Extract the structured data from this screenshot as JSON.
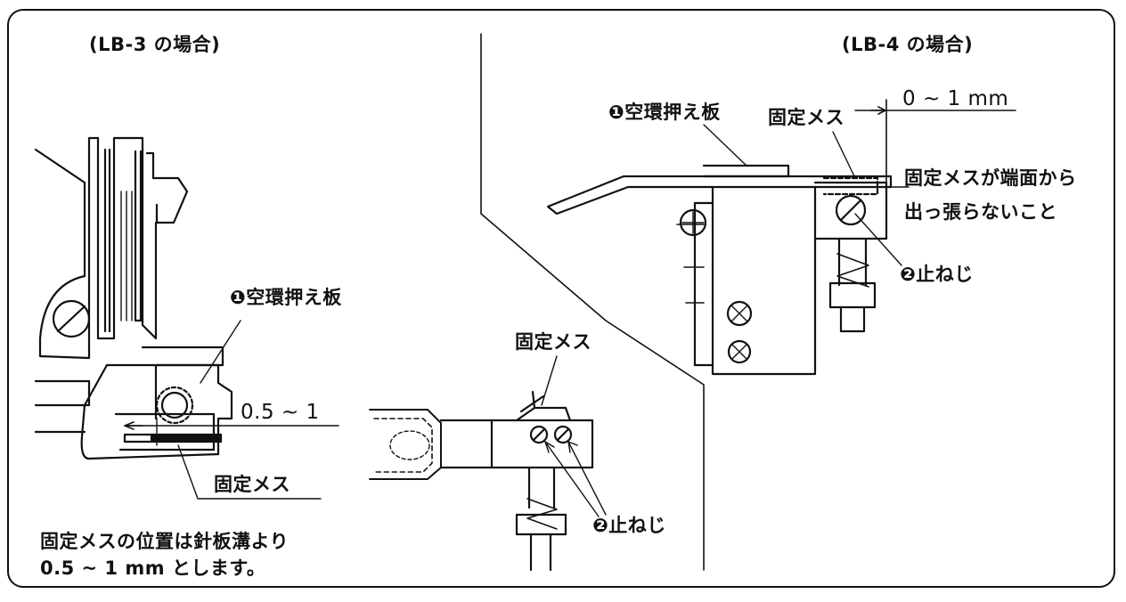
{
  "left_panel": {
    "caption": "(LB-3 の場合)",
    "plate_label": "❶空環押え板",
    "gap_label": "0.5 ~ 1",
    "knife_label": "固定メス",
    "note_line1": "固定メスの位置は針板溝より",
    "note_line2": "0.5 ~ 1 mm とします。"
  },
  "center_panel": {
    "knife_label": "固定メス",
    "screw_label": "❷止ねじ"
  },
  "right_panel": {
    "caption": "(LB-4 の場合)",
    "plate_label": "❶空環押え板",
    "knife_label": "固定メス",
    "gap_label": "0 ~ 1 mm",
    "warning_line1": "固定メスが端面から",
    "warning_line2": "出っ張らないこと",
    "screw_label": "❷止ねじ"
  },
  "colors": {
    "ink": "#111111",
    "paper": "#ffffff"
  }
}
